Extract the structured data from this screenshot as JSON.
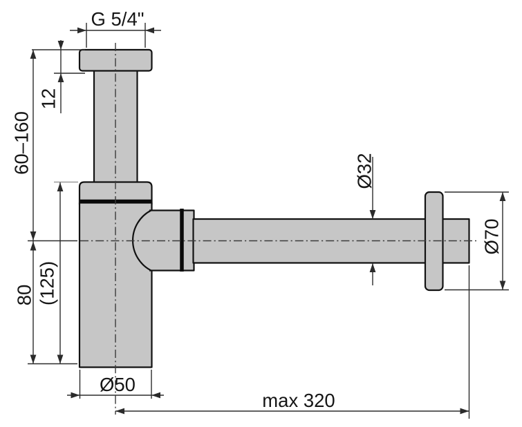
{
  "drawing": {
    "labels": {
      "thread": "G 5/4\"",
      "flange_height": "12",
      "height_range": "60–160",
      "body_height": "80",
      "body_height_overall": "(125)",
      "body_diameter": "Ø50",
      "pipe_diameter": "Ø32",
      "wall_flange_diameter": "Ø70",
      "max_length": "max 320"
    },
    "colors": {
      "part_fill": "#c6c6c6",
      "outline": "#121212",
      "dimension": "#2b2b2b",
      "background": "#ffffff"
    }
  }
}
